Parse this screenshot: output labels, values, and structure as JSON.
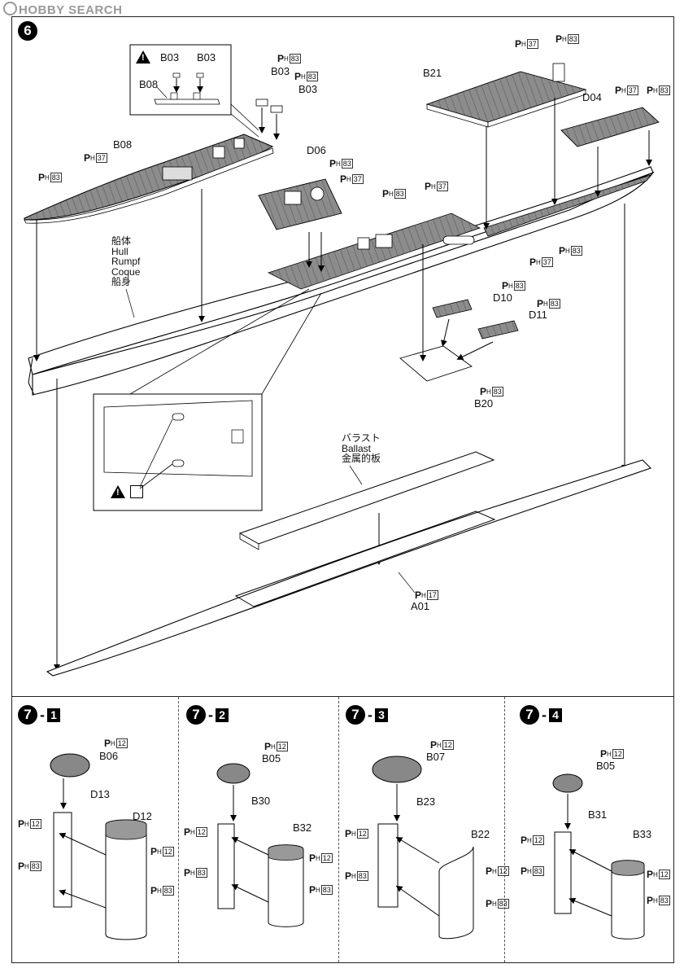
{
  "watermark": "HOBBY SEARCH",
  "step6": {
    "number": "6",
    "labels": {
      "b08_top": "B08",
      "b03_a": "B03",
      "b03_b": "B03",
      "b08_inset": "B08",
      "b03_c": "B03",
      "b03_d": "B03",
      "b21": "B21",
      "d04": "D04",
      "d06": "D06",
      "d10": "D10",
      "d11": "D11",
      "b20": "B20",
      "a01": "A01"
    },
    "hull_names": [
      "船体",
      "Hull",
      "Rumpf",
      "Coque",
      "船身"
    ],
    "ballast_names": [
      "バラスト",
      "Ballast",
      "金属的板"
    ],
    "paint_codes": {
      "c83": "83",
      "c37": "37",
      "c17": "17",
      "c12": "12"
    }
  },
  "step7": [
    {
      "sub": "1",
      "cap": "B06",
      "left": "D13",
      "right": "D12"
    },
    {
      "sub": "2",
      "cap": "B05",
      "left": "B30",
      "right": "B32"
    },
    {
      "sub": "3",
      "cap": "B07",
      "left": "B23",
      "right": "B22"
    },
    {
      "sub": "4",
      "cap": "B05",
      "left": "B31",
      "right": "B33"
    }
  ],
  "step7_number": "7",
  "paint_prefix": "P",
  "paint_sub": "H",
  "icons": [
    "warning-icon",
    "glue-icon"
  ]
}
